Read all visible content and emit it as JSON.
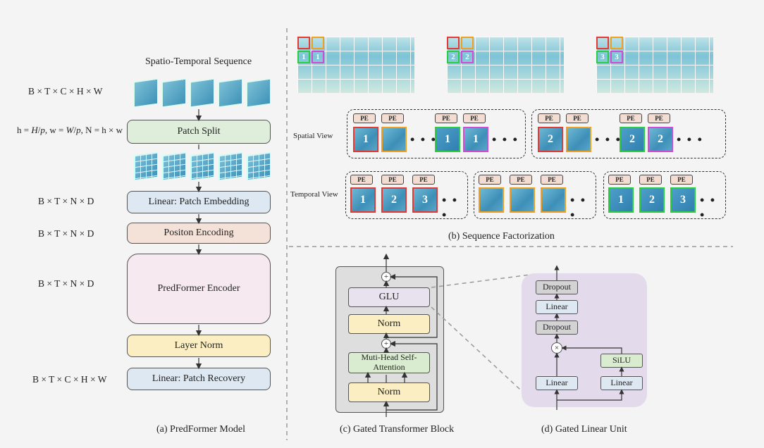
{
  "panel_a": {
    "title": "Spatio-Temporal Sequence",
    "dim1": "B × T × C × H × W",
    "dim2": "h = H/p, w = W/p, N = h × w",
    "dim3": "B × T × N × D",
    "dim4": "B × T × N × D",
    "dim5": "B × T × N × D",
    "dim6": "B × T × C × H × W",
    "patch_split": "Patch Split",
    "patch_embedding": "Linear: Patch Embedding",
    "position_encoding": "Positon Encoding",
    "encoder": "PredFormer Encoder",
    "layer_norm": "Layer Norm",
    "patch_recovery": "Linear: Patch Recovery",
    "caption": "(a) PredFormer Model",
    "colors": {
      "patch_split": "#dfeedb",
      "embedding": "#dde8f2",
      "position": "#f4e2d8",
      "encoder": "#f6e9f0",
      "layer_norm": "#fbeec2",
      "recovery": "#dde8f2"
    }
  },
  "panel_b": {
    "spatial_view": "Spatial View",
    "temporal_view": "Temporal View",
    "pe": "PE",
    "ellipsis": "• • •",
    "frame_labels": [
      "1",
      "2",
      "3"
    ],
    "caption": "(b) Sequence Factorization",
    "colors": {
      "red": "#e53935",
      "orange": "#f0a020",
      "green": "#2ecc40",
      "purple": "#d24ad6"
    }
  },
  "panel_c": {
    "glu": "GLU",
    "norm": "Norm",
    "attention": "Muti-Head Self-Attention",
    "plus": "+",
    "caption": "(c) Gated Transformer Block"
  },
  "panel_d": {
    "dropout": "Dropout",
    "linear": "Linear",
    "silu": "SiLU",
    "times": "×",
    "caption": "(d) Gated Linear Unit"
  }
}
